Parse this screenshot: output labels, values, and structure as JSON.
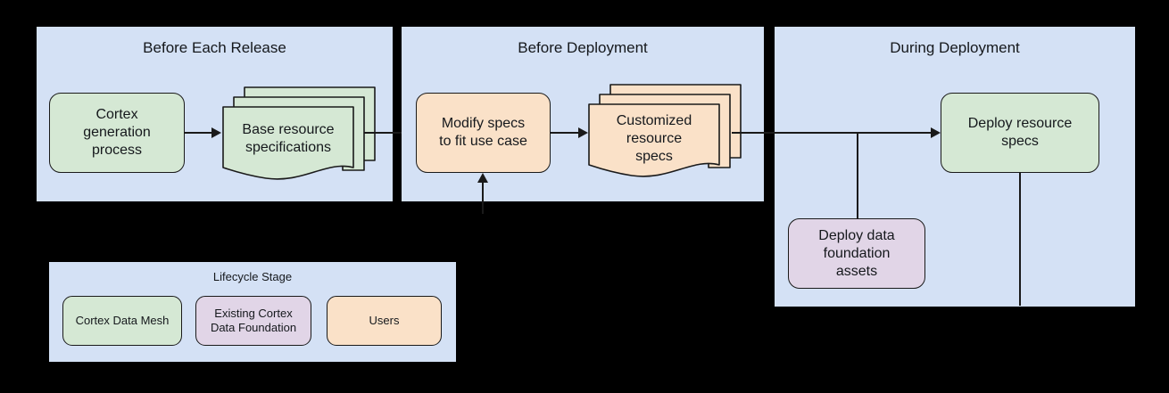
{
  "diagram": {
    "background_color": "#000000",
    "panel_color": "#d4e1f5",
    "line_color": "#1a1a1a",
    "colors": {
      "cortex_data_mesh": "#d5e8d4",
      "existing_cortex_data_foundation": "#e1d5e7",
      "users": "#fae1c8"
    },
    "panels": [
      {
        "title": "Before Each Release"
      },
      {
        "title": "Before Deployment"
      },
      {
        "title": "During Deployment"
      }
    ],
    "nodes": {
      "cortex_generation_process": "Cortex\ngeneration\nprocess",
      "cortex_generation_process_lines": [
        "Cortex",
        "generation",
        "process"
      ],
      "base_resource_specifications_lines": [
        "Base resource",
        "specifications"
      ],
      "modify_specs_lines": [
        "Modify specs",
        "to fit use case"
      ],
      "customized_resource_specs_lines": [
        "Customized",
        "resource",
        "specs"
      ],
      "deploy_resource_specs_lines": [
        "Deploy resource",
        "specs"
      ],
      "deploy_data_foundation_assets_lines": [
        "Deploy data",
        "foundation",
        "assets"
      ]
    },
    "legend": {
      "title": "Lifecycle Stage",
      "items": [
        {
          "label": "Cortex Data Mesh",
          "color": "#d5e8d4"
        },
        {
          "label": "Existing Cortex\nData Foundation",
          "color": "#e1d5e7",
          "line1": "Existing Cortex",
          "line2": "Data Foundation"
        },
        {
          "label": "Users",
          "color": "#fae1c8"
        }
      ]
    }
  }
}
